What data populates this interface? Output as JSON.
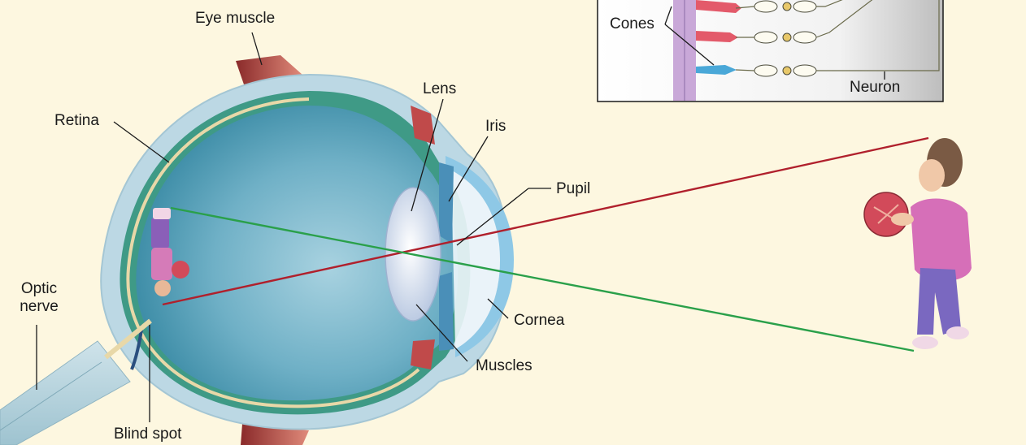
{
  "labels": {
    "eye_muscle": "Eye muscle",
    "retina": "Retina",
    "lens": "Lens",
    "iris": "Iris",
    "pupil": "Pupil",
    "optic_nerve_line1": "Optic",
    "optic_nerve_line2": "nerve",
    "cornea": "Cornea",
    "muscles": "Muscles",
    "blind_spot": "Blind spot",
    "cones": "Cones",
    "neuron": "Neuron"
  },
  "colors": {
    "background": "#fdf7e0",
    "sclera": "#b9d6e2",
    "choroid": "#3f9a86",
    "retina_line": "#e8d8a8",
    "vitreous": "#6fb2c8",
    "lens": "#e6eef8",
    "cornea": "#8ec8e6",
    "ray_top": "#b0202c",
    "ray_bottom": "#2aa04a",
    "muscle": "#b84a4a",
    "inset_border": "#1a1a1a"
  }
}
